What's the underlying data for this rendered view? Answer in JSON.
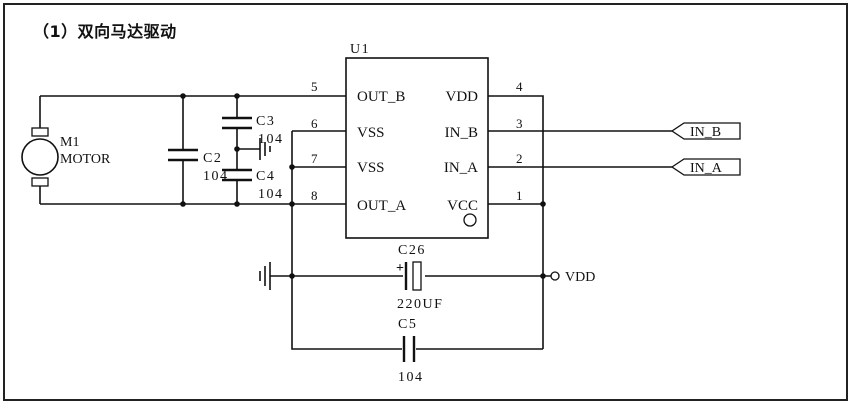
{
  "heading": "（1）双向马达驱动",
  "chip": {
    "ref": "U1",
    "pins_left": [
      {
        "num": "5",
        "name": "OUT_B"
      },
      {
        "num": "6",
        "name": "VSS"
      },
      {
        "num": "7",
        "name": "VSS"
      },
      {
        "num": "8",
        "name": "OUT_A"
      }
    ],
    "pins_right": [
      {
        "num": "4",
        "name": "VDD"
      },
      {
        "num": "3",
        "name": "IN_B"
      },
      {
        "num": "2",
        "name": "IN_A"
      },
      {
        "num": "1",
        "name": "VCC"
      }
    ]
  },
  "motor": {
    "ref": "M1",
    "value": "MOTOR"
  },
  "capacitors": {
    "c2": {
      "ref": "C2",
      "value": "104"
    },
    "c3": {
      "ref": "C3",
      "value": "104"
    },
    "c4": {
      "ref": "C4",
      "value": "104"
    },
    "c26": {
      "ref": "C26",
      "value": "220UF",
      "polarity": "+"
    },
    "c5": {
      "ref": "C5",
      "value": "104"
    }
  },
  "ports": {
    "in_b": "IN_B",
    "in_a": "IN_A",
    "vdd": "VDD"
  },
  "colors": {
    "line": "#111111",
    "background": "#ffffff"
  }
}
